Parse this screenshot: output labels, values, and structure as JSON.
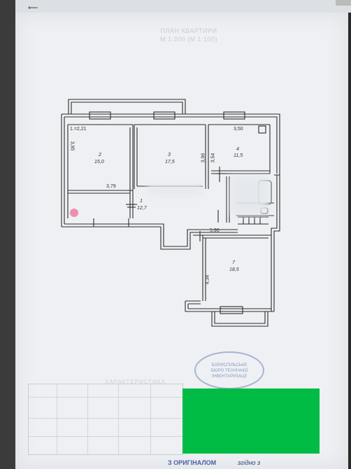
{
  "header": {
    "faint_title_line1": "ПЛАН КВАРТИРИ",
    "faint_title_line2": "М 1:200 (М 1:100)"
  },
  "rooms": [
    {
      "number": "2",
      "area": "15,0"
    },
    {
      "number": "3",
      "area": "17,5"
    },
    {
      "number": "4",
      "area": "11,5"
    },
    {
      "number": "1",
      "area": "12,7"
    },
    {
      "number": "7",
      "area": "18,5"
    }
  ],
  "dimensions": {
    "top_left": "1.=2,21",
    "left_height": "3,95",
    "corridor_width": "3,79",
    "mid_height": "3,96",
    "room4_width": "3,50",
    "room4_height": "3,54",
    "bath_width": "5,90",
    "room7_height": "4,34"
  },
  "stamp": {
    "line1": "БОРИСПІЛЬСЬКЕ",
    "line2": "БЮРО ТЕХНІЧНОЇ",
    "line3": "ІНВЕНТАРИЗАЦІЇ"
  },
  "table": {
    "title": "ХАРАКТЕРИСТИКА"
  },
  "footer": {
    "original_note": "З ОРИГІНАЛОМ",
    "signature": "згідно з"
  },
  "colors": {
    "paper": "#eef0f3",
    "lines": "#2b2b2b",
    "redaction": "#00bb44",
    "stamp": "#6a7db5"
  }
}
